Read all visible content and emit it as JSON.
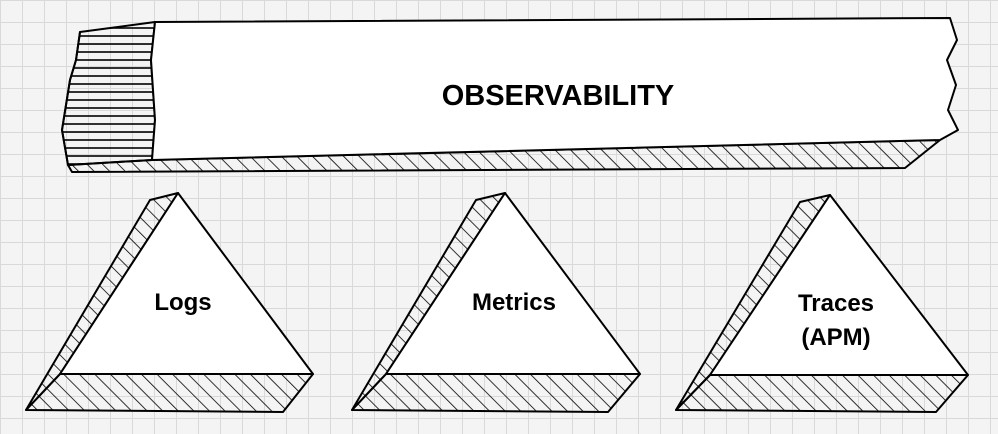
{
  "title": "OBSERVABILITY",
  "pillars": [
    {
      "line1": "Logs",
      "line2": ""
    },
    {
      "line1": "Metrics",
      "line2": ""
    },
    {
      "line1": "Traces",
      "line2": "(APM)"
    }
  ]
}
